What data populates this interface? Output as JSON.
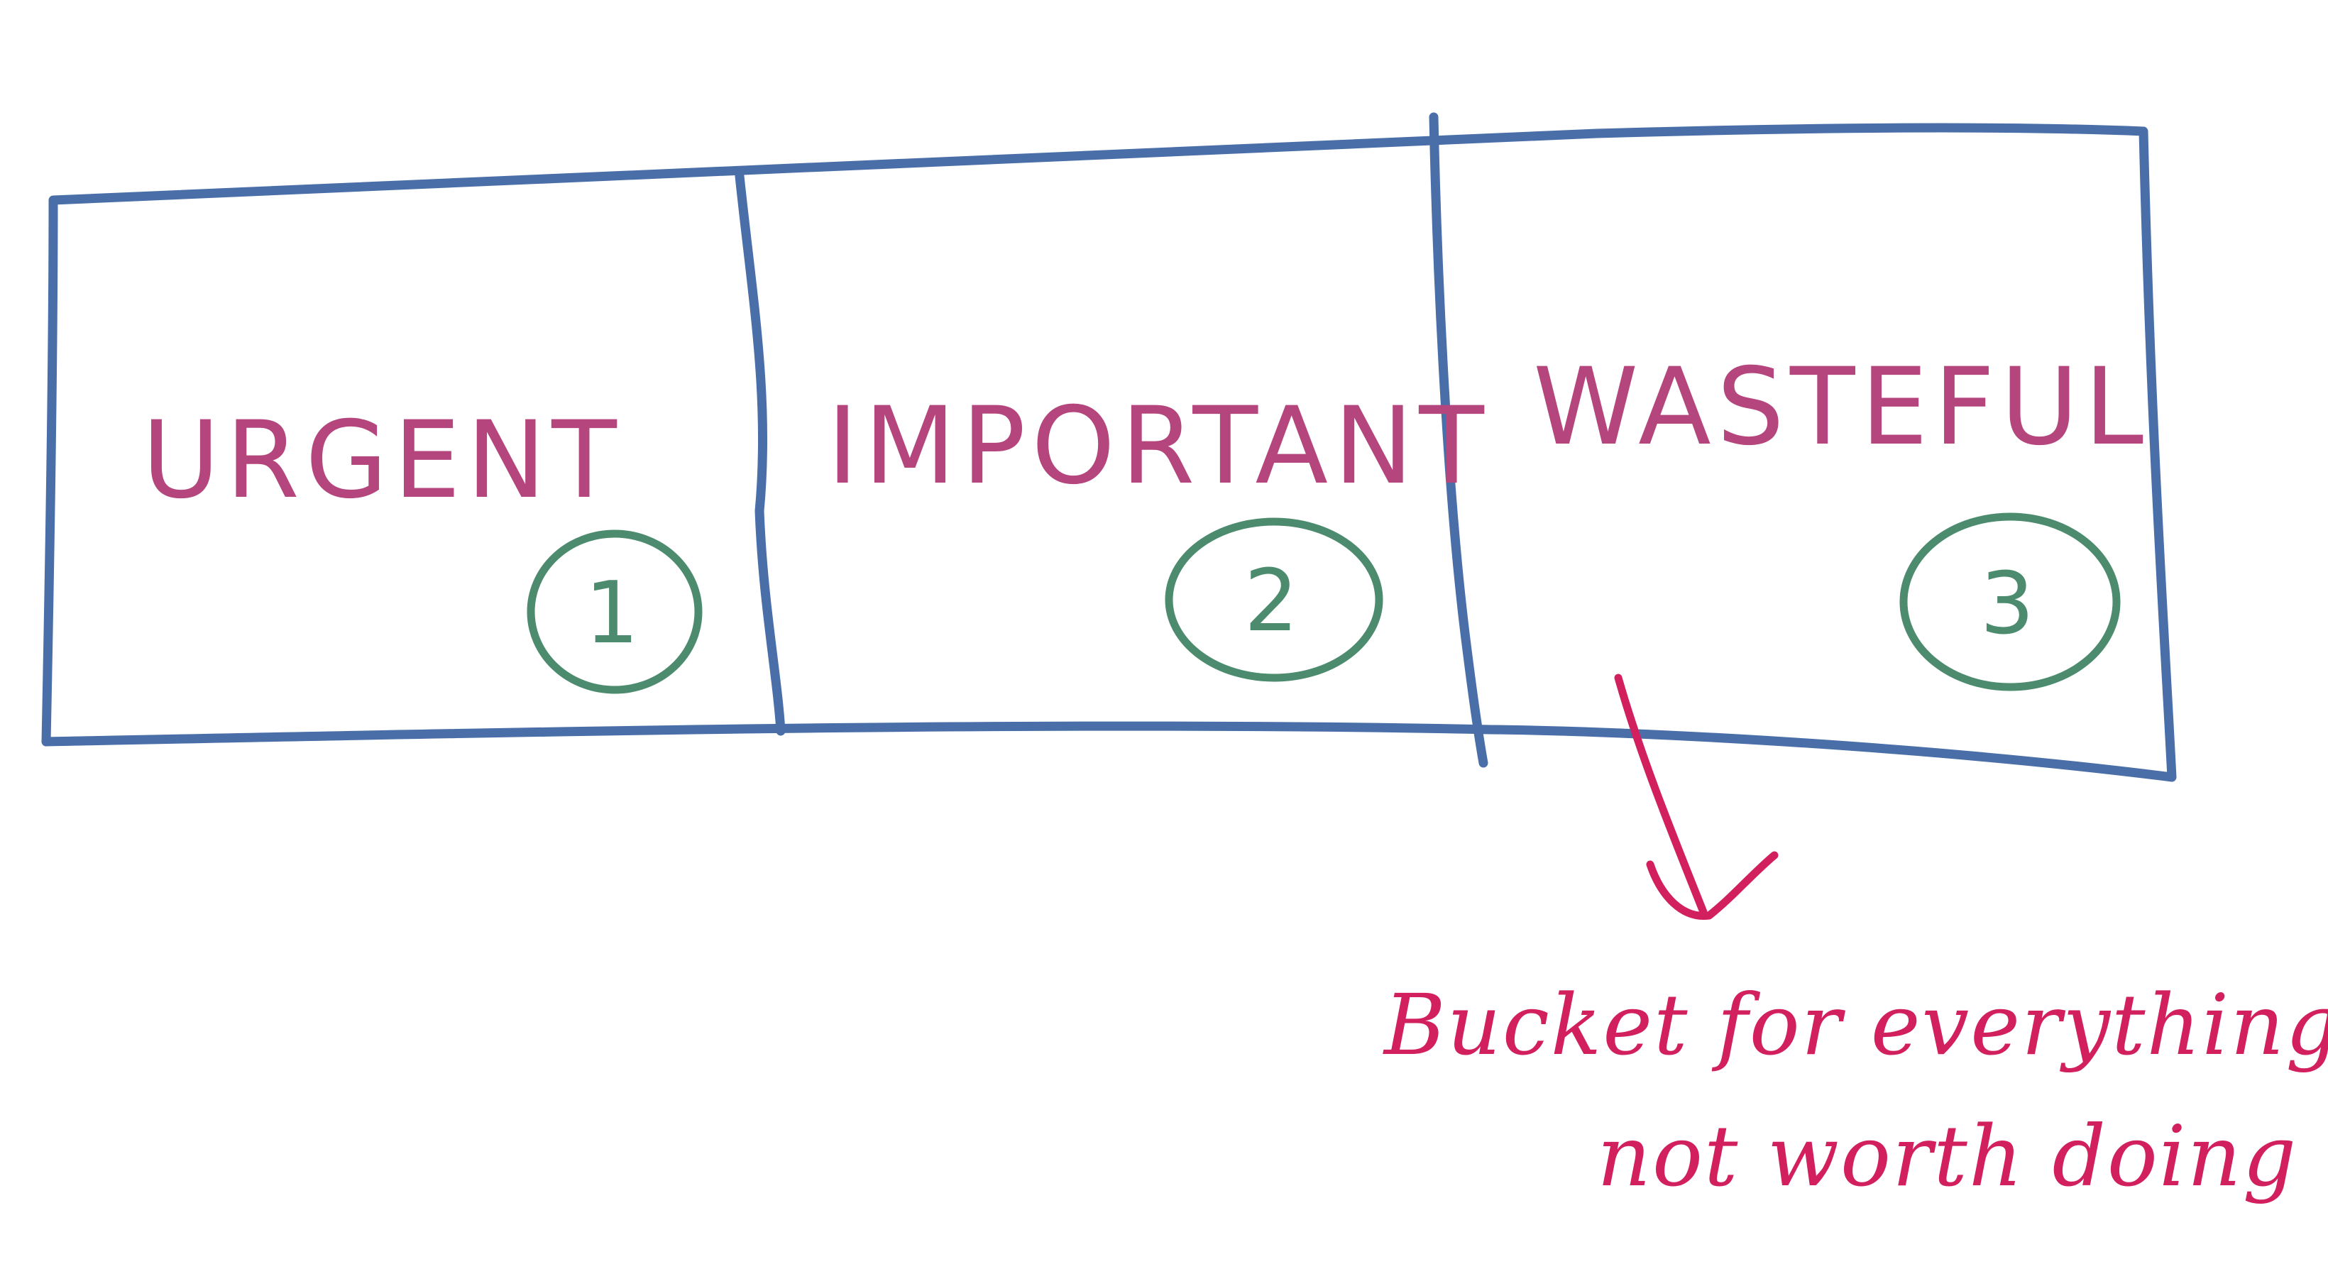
{
  "buckets": [
    {
      "label": "URGENT",
      "number": "1"
    },
    {
      "label": "IMPORTANT",
      "number": "2"
    },
    {
      "label": "WASTEFUL",
      "number": "3"
    }
  ],
  "note": {
    "line1": "Bucket for everything",
    "line2": "not worth doing"
  },
  "colors": {
    "frame": "#4a6fa8",
    "label": "#b5457d",
    "number": "#4d8b6e",
    "note": "#d21f5d"
  }
}
